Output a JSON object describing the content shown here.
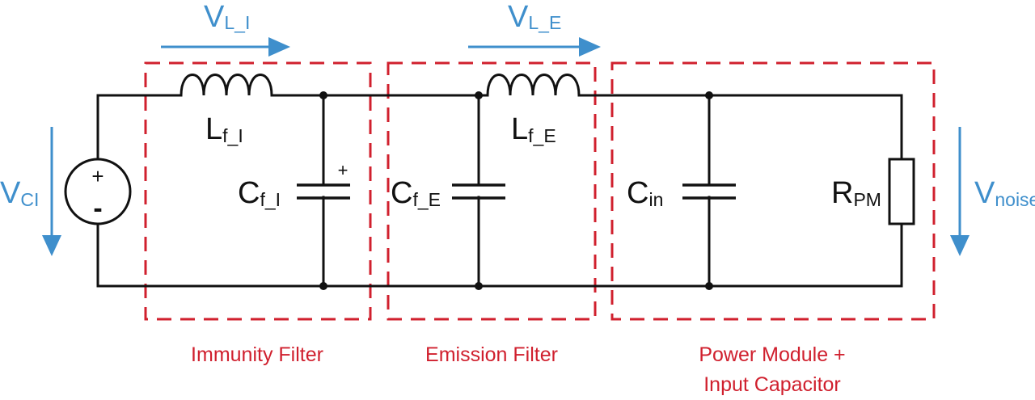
{
  "diagram": {
    "type": "circuit-schematic",
    "colors": {
      "wire": "#111111",
      "block_outline": "#d0202e",
      "voltage_arrow": "#3f8fcc"
    },
    "source": {
      "label_main": "V",
      "label_sub": "CI",
      "plus": "+",
      "minus": "-"
    },
    "voltage_arrows": {
      "v_l_i": {
        "main": "V",
        "sub": "L_I"
      },
      "v_l_e": {
        "main": "V",
        "sub": "L_E"
      },
      "v_noise": {
        "main": "V",
        "sub": "noise"
      }
    },
    "components": {
      "inductor_immunity": {
        "main": "L",
        "sub": "f_I"
      },
      "cap_immunity": {
        "main": "C",
        "sub": "f_I",
        "polarity": "+"
      },
      "cap_emission": {
        "main": "C",
        "sub": "f_E"
      },
      "inductor_emission": {
        "main": "L",
        "sub": "f_E"
      },
      "cap_input": {
        "main": "C",
        "sub": "in"
      },
      "resistor_pm": {
        "main": "R",
        "sub": "PM"
      }
    },
    "blocks": {
      "immunity": {
        "title": "Immunity Filter"
      },
      "emission": {
        "title": "Emission Filter"
      },
      "power": {
        "title_line1": "Power Module +",
        "title_line2": "Input Capacitor"
      }
    }
  }
}
